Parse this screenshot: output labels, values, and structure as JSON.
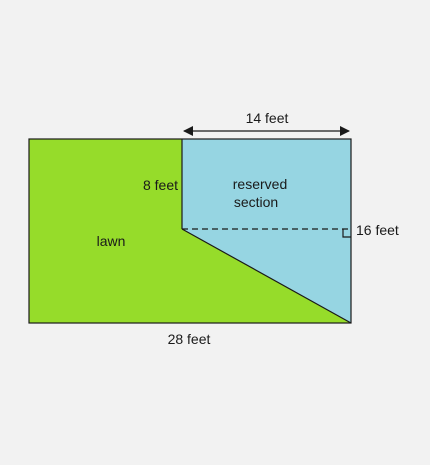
{
  "labels": {
    "width_top": "14 feet",
    "left_height": "8 feet",
    "right_height": "16 feet",
    "bottom_width": "28 feet",
    "lawn": "lawn",
    "reserved_line1": "reserved",
    "reserved_line2": "section"
  },
  "colors": {
    "lawn": "#96dc2a",
    "reserved": "#96d5e2",
    "stroke": "#1a1a1a",
    "background": "#f2f2f2"
  }
}
